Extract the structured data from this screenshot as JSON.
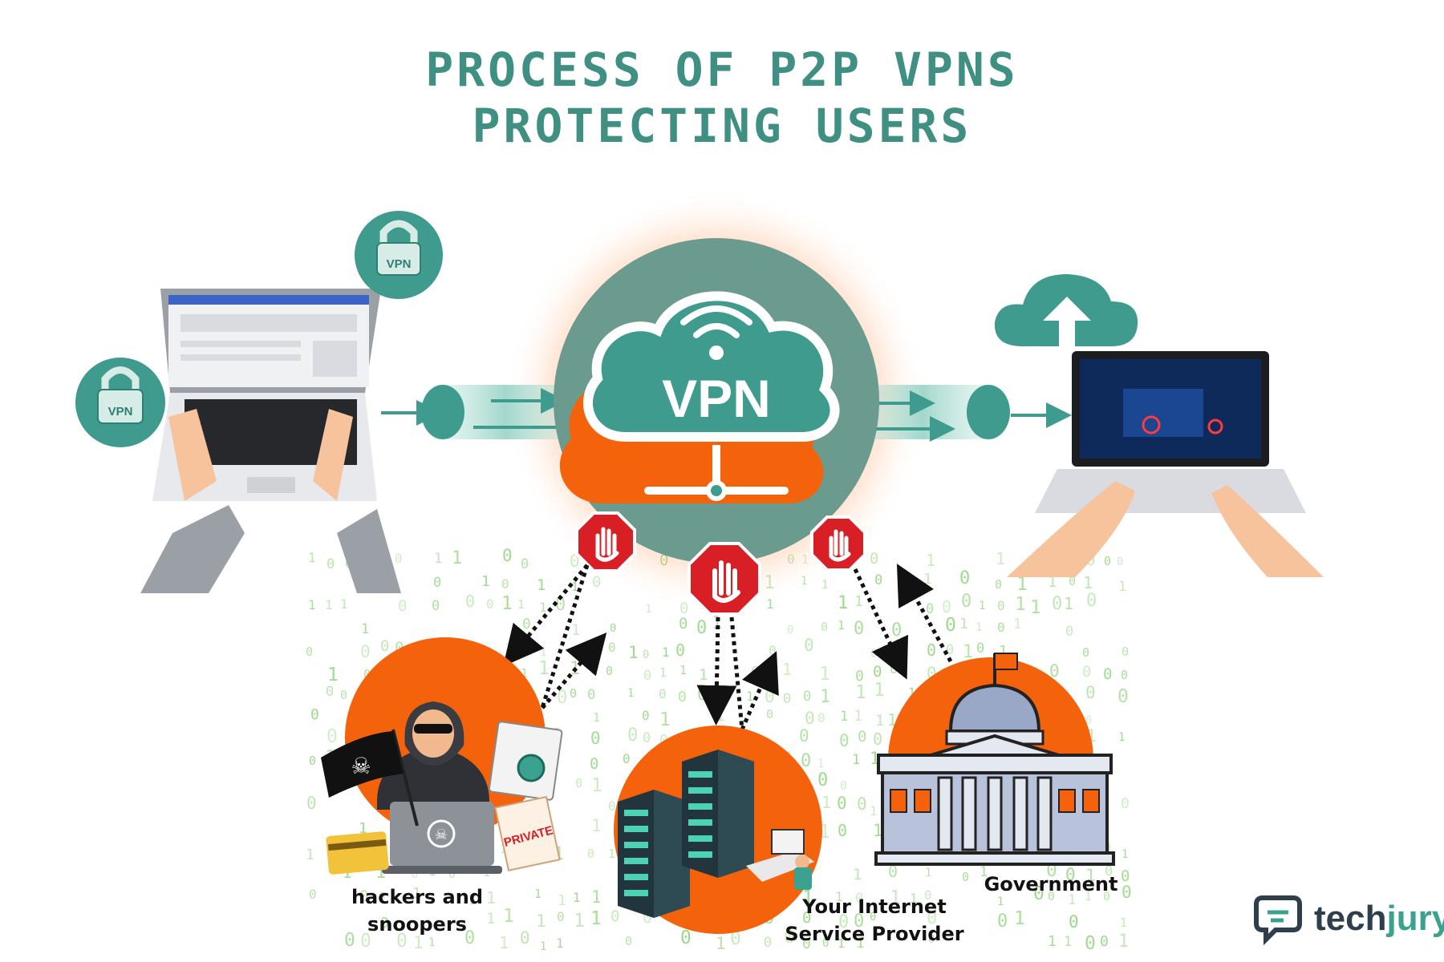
{
  "title": {
    "line1": "PROCESS OF P2P VPNS",
    "line2": "PROTECTING USERS"
  },
  "center": {
    "label": "VPN"
  },
  "badges": {
    "label": "VPN"
  },
  "nodes": {
    "hackers": {
      "line1": "hackers and",
      "line2": "snoopers"
    },
    "isp": {
      "line1": "Your Internet",
      "line2": "Service Provider"
    },
    "government": {
      "label": "Government"
    }
  },
  "brand": {
    "part1": "tech",
    "part2": "jury"
  },
  "colors": {
    "teal": "#3f9b8d",
    "dark_teal": "#3a7d72",
    "orange": "#f4620c",
    "stop_red": "#d81f26",
    "title": "#3f8f83",
    "binary_green": "#8fd67a"
  }
}
